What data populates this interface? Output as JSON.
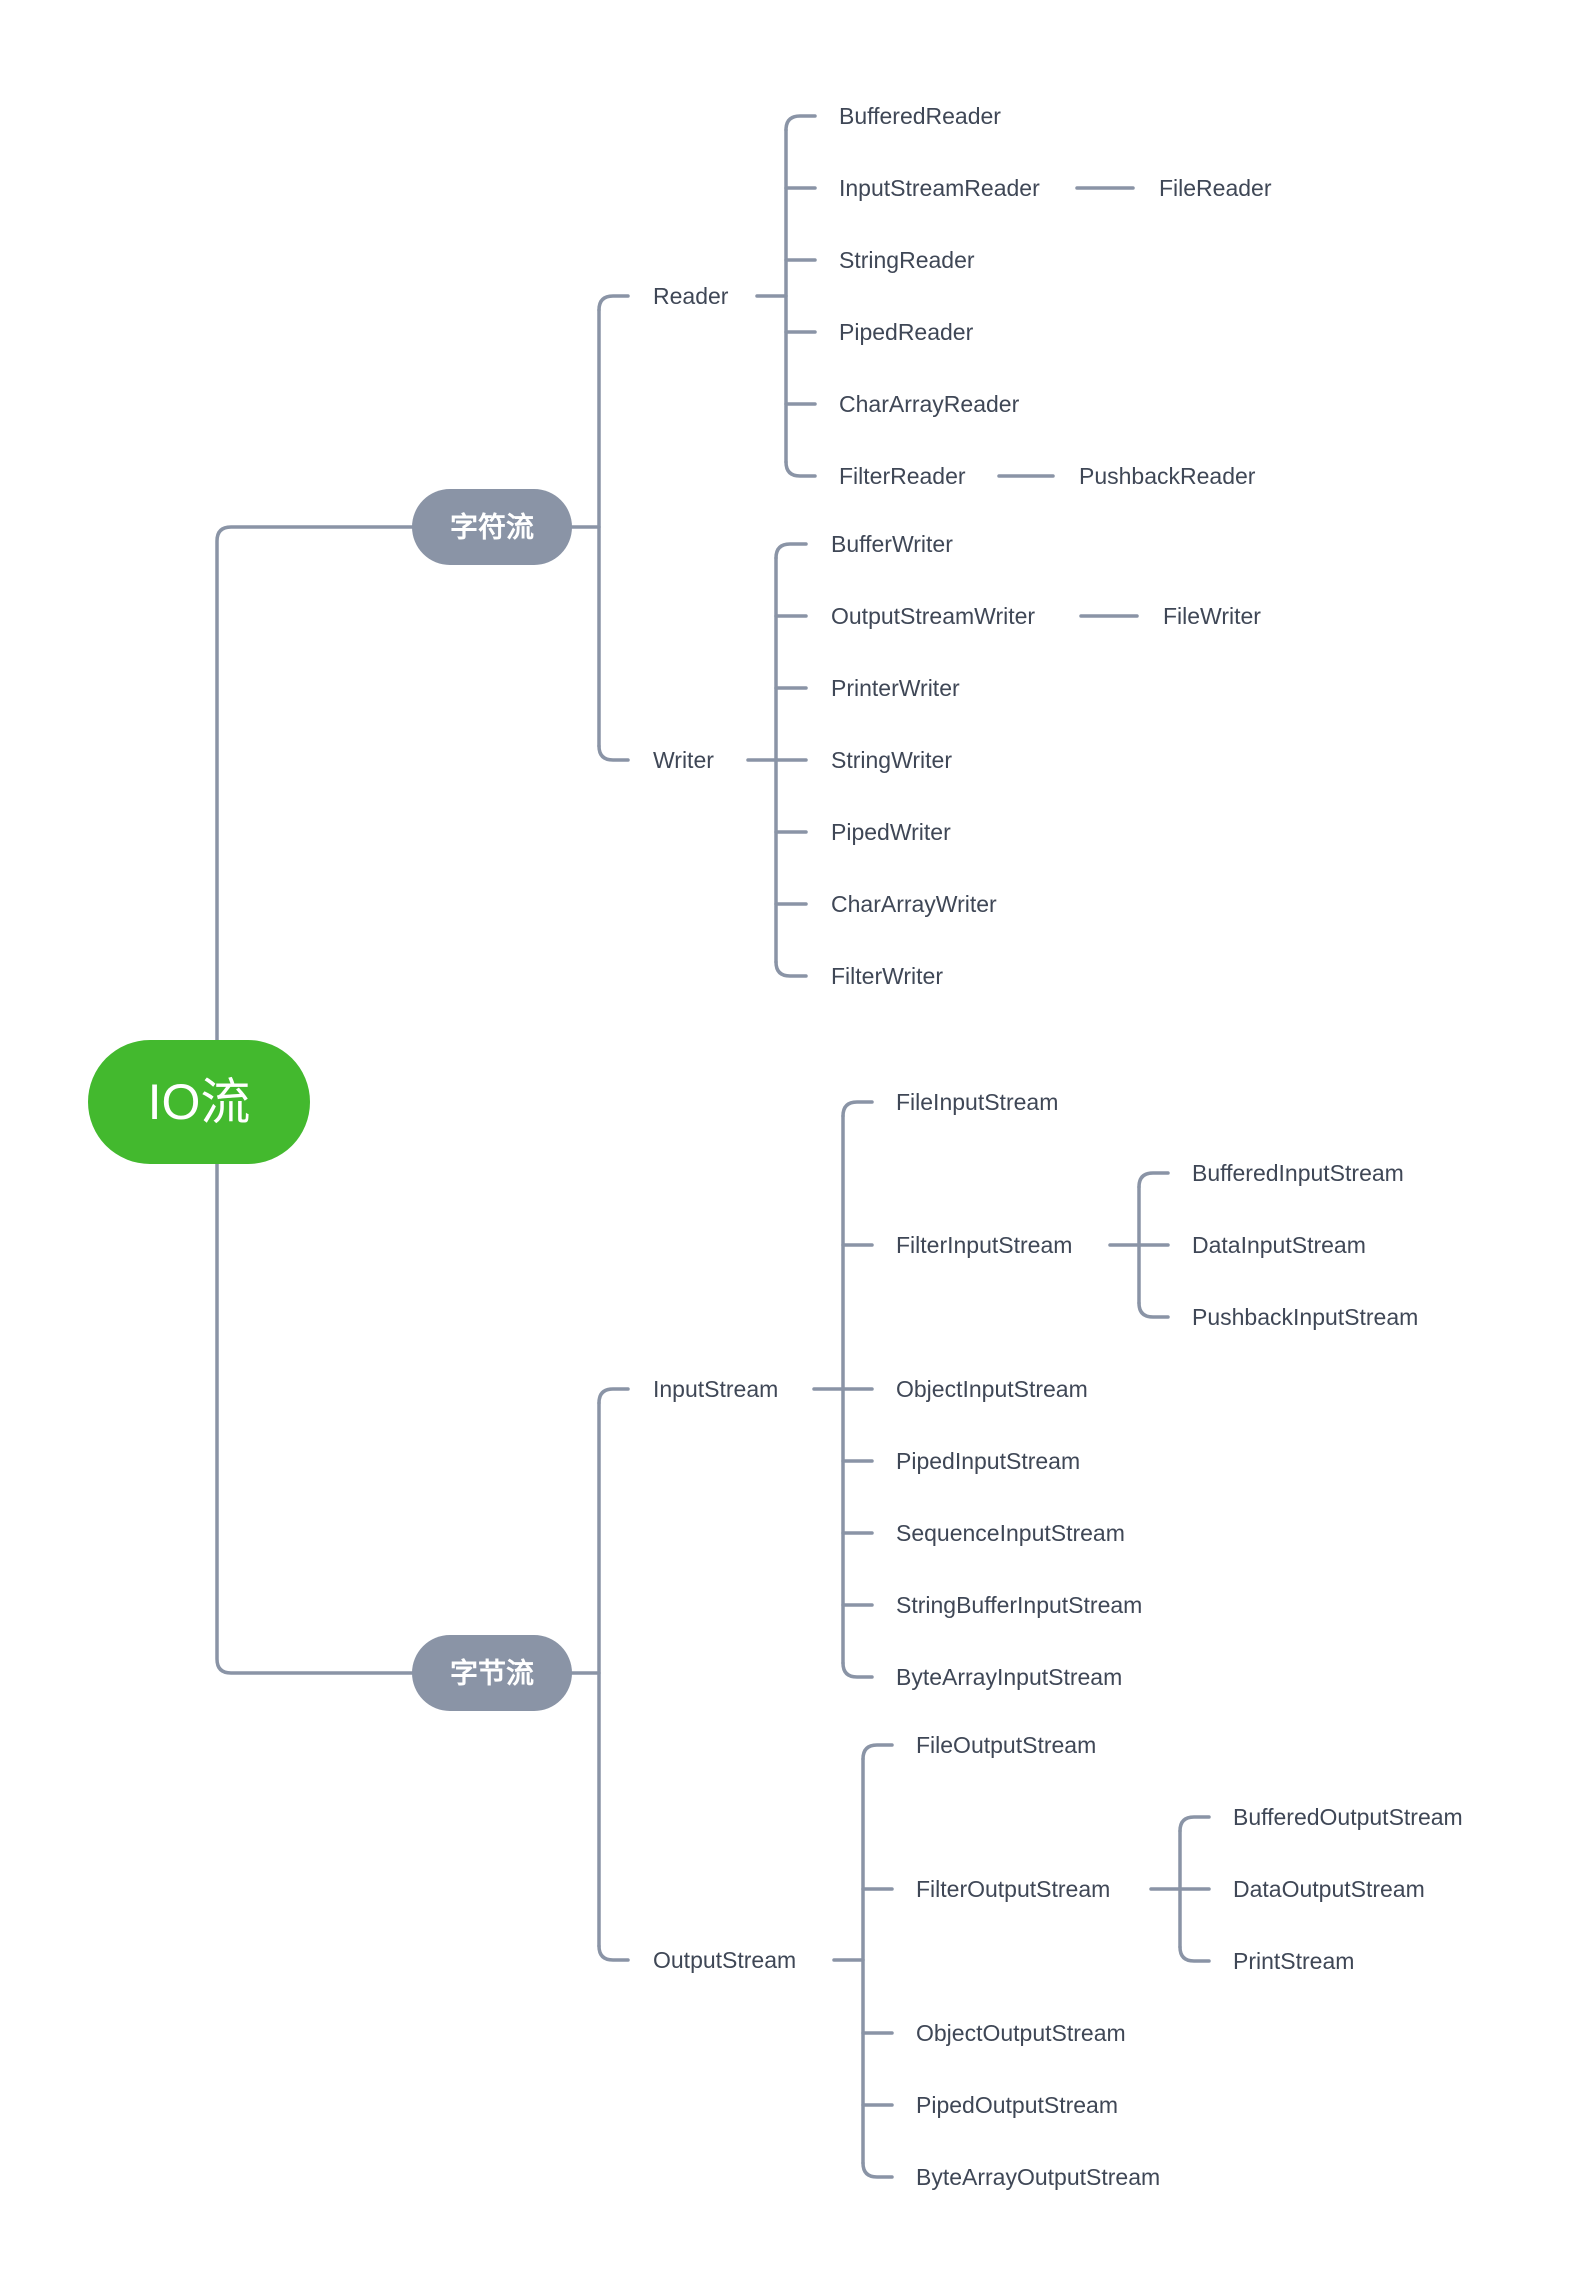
{
  "colors": {
    "root": "#43b92e",
    "branch": "#8a94a6",
    "edge": "#8a94a6",
    "leaf_text": "#3f4756"
  },
  "root": {
    "label": "IO流"
  },
  "branches": [
    {
      "label": "字符流",
      "children": [
        {
          "label": "Reader",
          "children": [
            {
              "label": "BufferedReader"
            },
            {
              "label": "InputStreamReader",
              "children": [
                {
                  "label": "FileReader"
                }
              ]
            },
            {
              "label": "StringReader"
            },
            {
              "label": "PipedReader"
            },
            {
              "label": "CharArrayReader"
            },
            {
              "label": "FilterReader",
              "children": [
                {
                  "label": "PushbackReader"
                }
              ]
            }
          ]
        },
        {
          "label": "Writer",
          "children": [
            {
              "label": "BufferWriter"
            },
            {
              "label": "OutputStreamWriter",
              "children": [
                {
                  "label": "FileWriter"
                }
              ]
            },
            {
              "label": "PrinterWriter"
            },
            {
              "label": "StringWriter"
            },
            {
              "label": "PipedWriter"
            },
            {
              "label": "CharArrayWriter"
            },
            {
              "label": "FilterWriter"
            }
          ]
        }
      ]
    },
    {
      "label": "字节流",
      "children": [
        {
          "label": "InputStream",
          "children": [
            {
              "label": "FileInputStream"
            },
            {
              "label": "FilterInputStream",
              "children": [
                {
                  "label": "BufferedInputStream"
                },
                {
                  "label": "DataInputStream"
                },
                {
                  "label": "PushbackInputStream"
                }
              ]
            },
            {
              "label": "ObjectInputStream"
            },
            {
              "label": "PipedInputStream"
            },
            {
              "label": "SequenceInputStream"
            },
            {
              "label": "StringBufferInputStream"
            },
            {
              "label": "ByteArrayInputStream"
            }
          ]
        },
        {
          "label": "OutputStream",
          "children": [
            {
              "label": "FileOutputStream"
            },
            {
              "label": "FilterOutputStream",
              "children": [
                {
                  "label": "BufferedOutputStream"
                },
                {
                  "label": "DataOutputStream"
                },
                {
                  "label": "PrintStream"
                }
              ]
            },
            {
              "label": "ObjectOutputStream"
            },
            {
              "label": "PipedOutputStream"
            },
            {
              "label": "ByteArrayOutputStream"
            }
          ]
        }
      ]
    }
  ]
}
